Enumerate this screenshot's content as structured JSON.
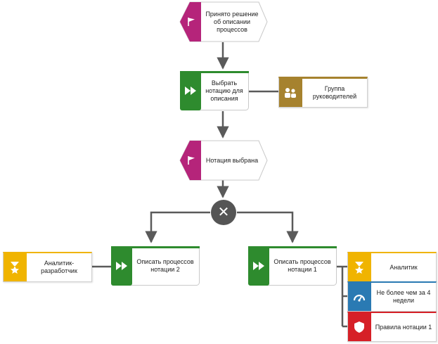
{
  "colors": {
    "event": "#b5247a",
    "function": "#2e8b2e",
    "group": "#a6822e",
    "role": "#f0b400",
    "kpi": "#2a7ab3",
    "rule": "#d62027",
    "connector": "#5a5a5a",
    "operator": "#555555"
  },
  "events": {
    "decision": {
      "label": "Принято решение об описании процессов",
      "icon": "flag-icon"
    },
    "selected": {
      "label": "Нотация выбрана",
      "icon": "flag-icon"
    }
  },
  "functions": {
    "choose": {
      "label": "Выбрать нотацию для описания",
      "icon": "fast-forward-icon"
    },
    "describe2": {
      "label": "Описать процессов нотации 2",
      "icon": "fast-forward-icon"
    },
    "describe1": {
      "label": "Описать процессов нотации 1",
      "icon": "fast-forward-icon"
    }
  },
  "operator": {
    "symbol": "✕",
    "type": "XOR"
  },
  "objects": {
    "managers_group": {
      "label": "Группа руководителей",
      "icon": "group-icon"
    },
    "analyst_developer": {
      "label": "Аналитик-разработчик",
      "icon": "role-icon"
    },
    "analyst": {
      "label": "Аналитик",
      "icon": "role-icon"
    },
    "kpi": {
      "label": "Не более чем за 4 недели",
      "icon": "gauge-icon"
    },
    "rules": {
      "label": "Правила нотации 1",
      "icon": "shield-icon"
    }
  }
}
